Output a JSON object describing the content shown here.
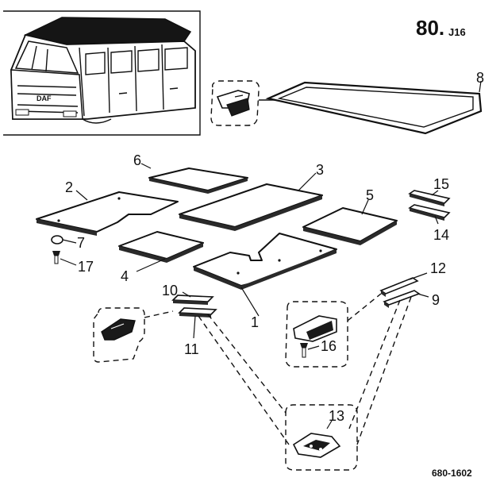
{
  "header": {
    "code": "80.",
    "sub": "J16"
  },
  "footer": {
    "ref": "680-1602"
  },
  "callouts": {
    "c1": "1",
    "c2": "2",
    "c3": "3",
    "c4": "4",
    "c5": "5",
    "c6": "6",
    "c7": "7",
    "c8": "8",
    "c9": "9",
    "c10": "10",
    "c11": "11",
    "c12": "12",
    "c13": "13",
    "c14": "14",
    "c15": "15",
    "c16": "16",
    "c17": "17"
  },
  "truck_badge": "DAF"
}
